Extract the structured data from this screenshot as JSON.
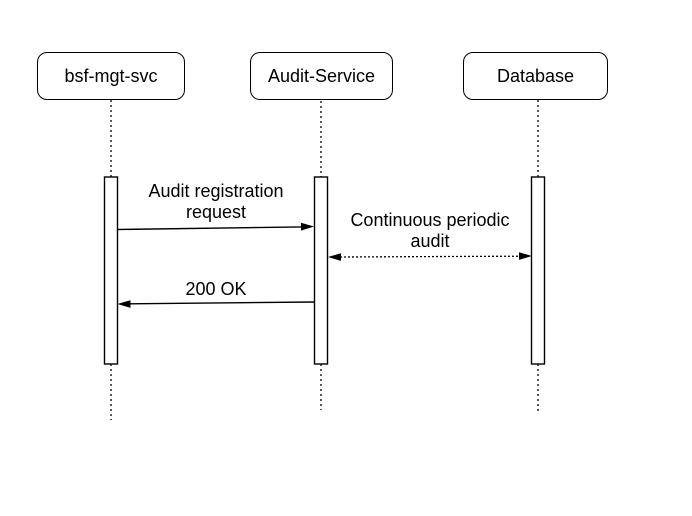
{
  "diagram": {
    "type": "sequence-diagram",
    "background_color": "#ffffff",
    "line_color": "#000000",
    "text_color": "#000000",
    "actors": [
      {
        "label": "bsf-mgt-svc"
      },
      {
        "label": "Audit-Service"
      },
      {
        "label": "Database"
      }
    ],
    "messages": [
      {
        "label": "Audit registration request",
        "from": "bsf-mgt-svc",
        "to": "Audit-Service",
        "line_style": "solid",
        "arrow": "right"
      },
      {
        "label": "Continuous periodic audit",
        "from": "Audit-Service",
        "to": "Database",
        "line_style": "dotted",
        "arrow": "bidirectional"
      },
      {
        "label": "200 OK",
        "from": "Audit-Service",
        "to": "bsf-mgt-svc",
        "line_style": "solid",
        "arrow": "left"
      }
    ]
  }
}
